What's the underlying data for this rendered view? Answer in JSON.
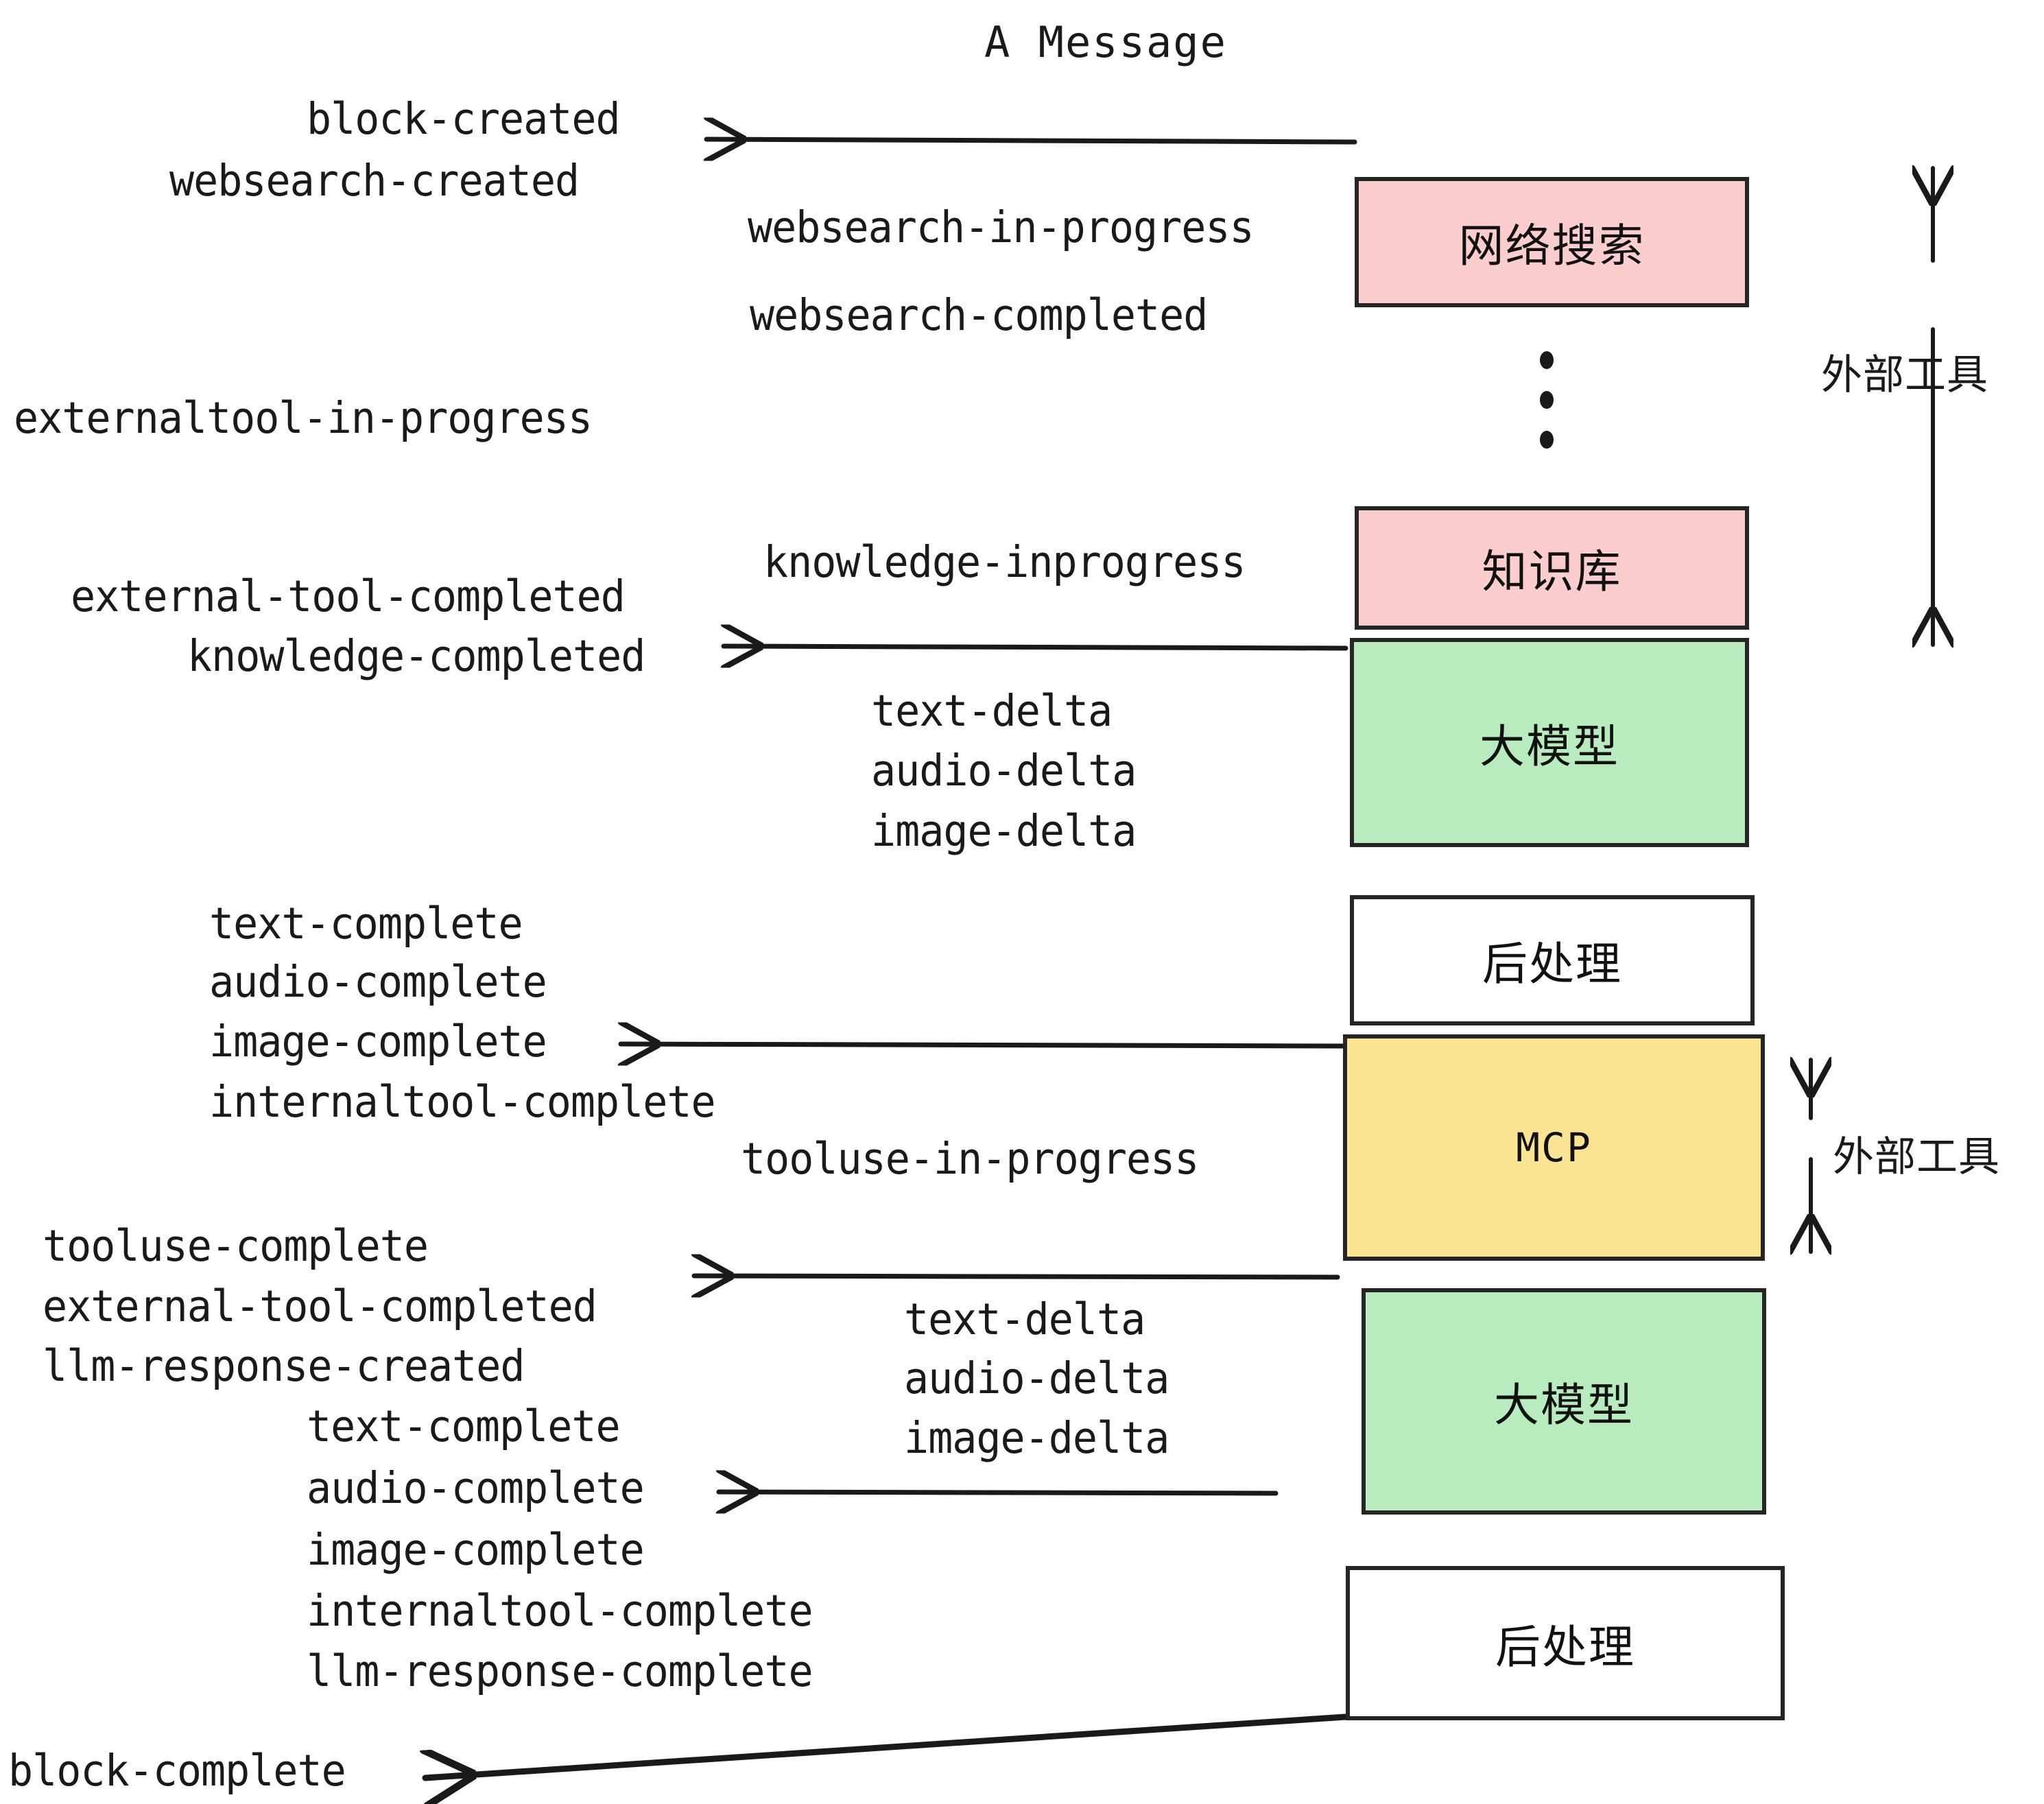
{
  "title": "A Message",
  "boxes": [
    {
      "id": "websearch",
      "label": "网络搜索",
      "color": "#fbcdcd"
    },
    {
      "id": "knowledge",
      "label": "知识库",
      "color": "#fbcdcd"
    },
    {
      "id": "llm-1",
      "label": "大模型",
      "color": "#b8ecbe"
    },
    {
      "id": "post-1",
      "label": "后处理",
      "color": "#ffffff"
    },
    {
      "id": "mcp",
      "label": "MCP",
      "color": "#fbe494"
    },
    {
      "id": "llm-2",
      "label": "大模型",
      "color": "#b8ecbe"
    },
    {
      "id": "post-2",
      "label": "后处理",
      "color": "#ffffff"
    }
  ],
  "side_labels": [
    {
      "id": "external-tool-top",
      "label": "外部工具"
    },
    {
      "id": "external-tool-bottom",
      "label": "外部工具"
    }
  ],
  "events": [
    {
      "id": "block-created",
      "label": "block-created"
    },
    {
      "id": "websearch-created",
      "label": "websearch-created"
    },
    {
      "id": "websearch-in-progress",
      "label": "websearch-in-progress"
    },
    {
      "id": "websearch-completed",
      "label": "websearch-completed"
    },
    {
      "id": "externaltool-in-progress",
      "label": "externaltool-in-progress"
    },
    {
      "id": "knowledge-inprogress",
      "label": "knowledge-inprogress"
    },
    {
      "id": "external-tool-completed-1",
      "label": "external-tool-completed"
    },
    {
      "id": "knowledge-completed",
      "label": "knowledge-completed"
    },
    {
      "id": "text-delta-1",
      "label": "text-delta"
    },
    {
      "id": "audio-delta-1",
      "label": "audio-delta"
    },
    {
      "id": "image-delta-1",
      "label": "image-delta"
    },
    {
      "id": "text-complete-1",
      "label": "text-complete"
    },
    {
      "id": "audio-complete-1",
      "label": "audio-complete"
    },
    {
      "id": "image-complete-1",
      "label": "image-complete"
    },
    {
      "id": "internaltool-complete-1",
      "label": "internaltool-complete"
    },
    {
      "id": "tooluse-in-progress",
      "label": "tooluse-in-progress"
    },
    {
      "id": "tooluse-complete",
      "label": "tooluse-complete"
    },
    {
      "id": "external-tool-completed-2",
      "label": "external-tool-completed"
    },
    {
      "id": "llm-response-created",
      "label": "llm-response-created"
    },
    {
      "id": "text-delta-2",
      "label": "text-delta"
    },
    {
      "id": "audio-delta-2",
      "label": "audio-delta"
    },
    {
      "id": "image-delta-2",
      "label": "image-delta"
    },
    {
      "id": "text-complete-2",
      "label": "text-complete"
    },
    {
      "id": "audio-complete-2",
      "label": "audio-complete"
    },
    {
      "id": "image-complete-2",
      "label": "image-complete"
    },
    {
      "id": "internaltool-complete-2",
      "label": "internaltool-complete"
    },
    {
      "id": "llm-response-complete",
      "label": "llm-response-complete"
    },
    {
      "id": "block-complete",
      "label": "block-complete"
    }
  ],
  "colors": {
    "ink": "#1a1a1a",
    "pink": "#fbcdcd",
    "green": "#b8ecbe",
    "yellow": "#fbe494",
    "white": "#ffffff",
    "stroke": "#252525"
  }
}
